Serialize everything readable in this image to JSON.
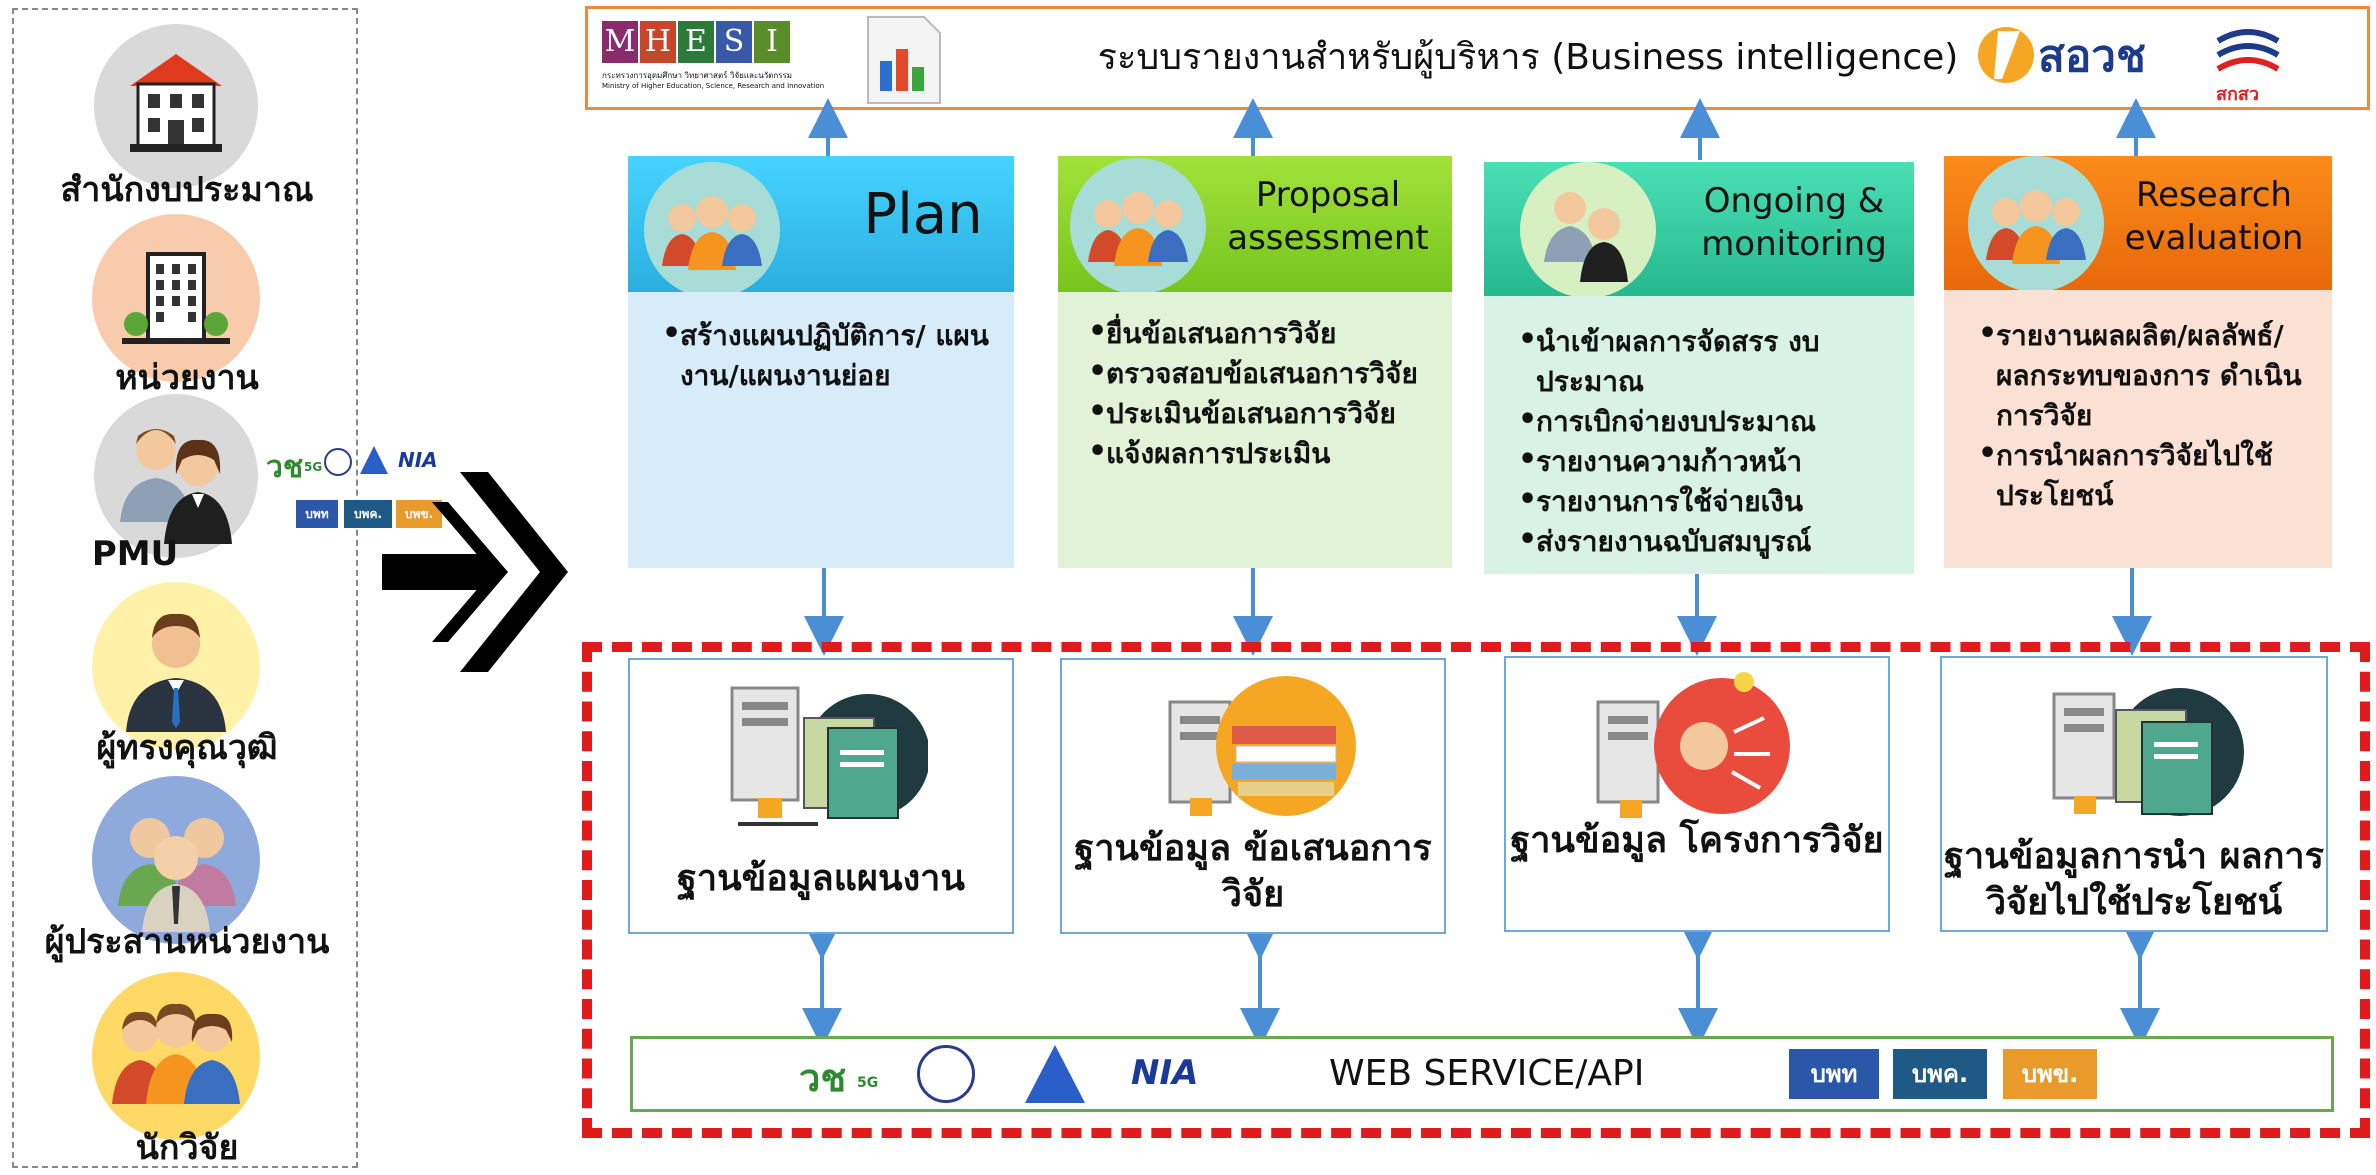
{
  "actors": [
    {
      "label": "สำนักงบประมาณ",
      "icon": "building-icon",
      "bg": "#d9d9d9"
    },
    {
      "label": "หน่วยงาน",
      "icon": "office-tower-icon",
      "bg": "#f8cbad"
    },
    {
      "label": "PMU",
      "icon": "people-pair-icon",
      "bg": "#d9d9d9"
    },
    {
      "label": "ผู้ทรงคุณวุฒิ",
      "icon": "expert-person-icon",
      "bg": "#fff2a8"
    },
    {
      "label": "ผู้ประสานหน่วยงาน",
      "icon": "coordinator-group-icon",
      "bg": "#8ea9db"
    },
    {
      "label": "นักวิจัย",
      "icon": "researcher-group-icon",
      "bg": "#ffd966"
    }
  ],
  "pmu_logos": {
    "vc5g": "วช",
    "sub": "5G",
    "nia": "NIA",
    "pmuc": "บพท",
    "pmuc2": "บพค.",
    "pmuc3": "บพข."
  },
  "banner": {
    "title": "ระบบรายงานสำหรับผู้บริหาร (Business intelligence)",
    "mhesi_letters": [
      "M",
      "H",
      "E",
      "S",
      "I"
    ],
    "mhesi_caption_th": "กระทรวงการอุดมศึกษา วิทยาศาสตร์ วิจัยและนวัตกรรม",
    "mhesi_caption_en": "Ministry of Higher Education, Science, Research and Innovation",
    "sorvor_text": "สอวช",
    "trsi_text": "สกสว"
  },
  "phases": [
    {
      "title": "Plan",
      "items": [
        "สร้างแผนปฏิบัติการ/ แผนงาน/แผนงานย่อย"
      ]
    },
    {
      "title": "Proposal assessment",
      "items": [
        "ยื่นข้อเสนอการวิจัย",
        "ตรวจสอบข้อเสนอการวิจัย",
        "ประเมินข้อเสนอการวิจัย",
        "แจ้งผลการประเมิน"
      ]
    },
    {
      "title": "Ongoing & monitoring",
      "items": [
        "นำเข้าผลการจัดสรร งบประมาณ",
        "การเบิกจ่ายงบประมาณ",
        "รายงานความก้าวหน้า",
        "รายงานการใช้จ่ายเงิน",
        "ส่งรายงานฉบับสมบูรณ์"
      ]
    },
    {
      "title": "Research evaluation",
      "items": [
        "รายงานผลผลิต/ผลลัพธ์/ ผลกระทบของการ ดำเนินการวิจัย",
        "การนำผลการวิจัยไปใช้ ประโยชน์"
      ]
    }
  ],
  "databases": [
    {
      "label": "ฐานข้อมูลแผนงาน"
    },
    {
      "label": "ฐานข้อมูล ข้อเสนอการวิจัย"
    },
    {
      "label": "ฐานข้อมูล โครงการวิจัย"
    },
    {
      "label": "ฐานข้อมูลการนำ ผลการวิจัยไปใช้ประโยชน์"
    }
  ],
  "webservice": {
    "label": "WEB SERVICE/API",
    "logo_vc": "วช",
    "logo_vc_sub": "5G",
    "logo_nia": "NIA",
    "logo_pmuc": "บพท",
    "logo_pmuc2": "บพค.",
    "logo_pmuc3": "บพข."
  },
  "colors": {
    "plan_head": "#3cc8f0",
    "plan_body": "#d6ecf8",
    "proposal_head": "#8fd630",
    "proposal_body": "#e2f2d6",
    "ongoing_head": "#3ed6a8",
    "ongoing_body": "#d8f2e8",
    "research_head": "#f5780a",
    "research_body": "#fbe0d4",
    "arrow": "#4a8fd6",
    "banner_border": "#f08a3a",
    "dashed_border": "#e11b1b",
    "webservice_border": "#6aa84f"
  }
}
